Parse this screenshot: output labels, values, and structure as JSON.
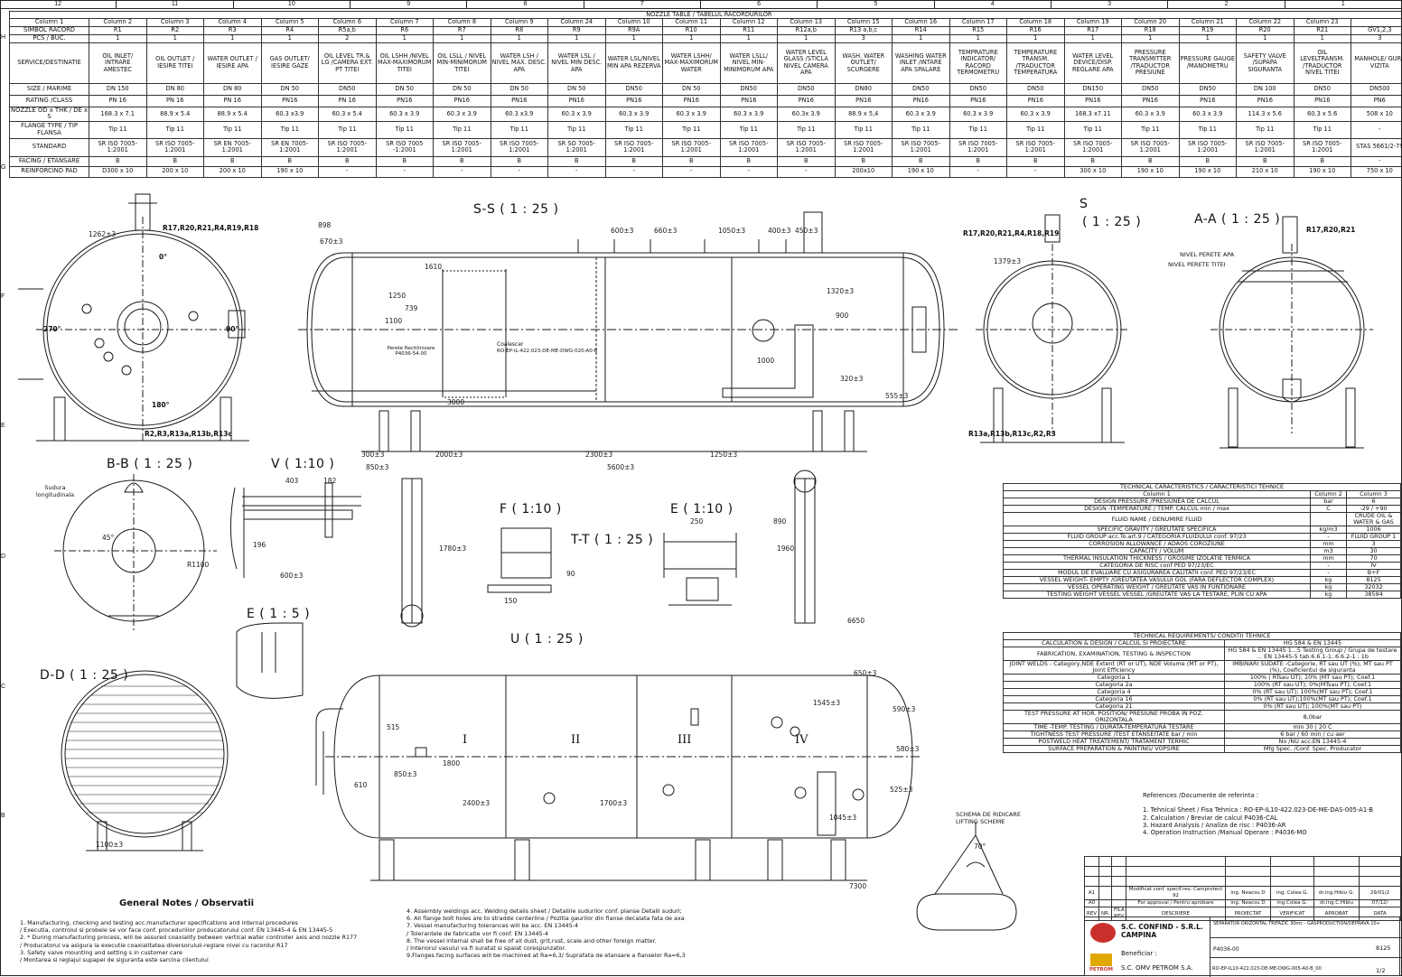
{
  "ruler_top": [
    "12",
    "11",
    "10",
    "9",
    "8",
    "7",
    "6",
    "5",
    "4",
    "3",
    "2",
    "1"
  ],
  "ruler_left": [
    "H",
    "G",
    "F",
    "E",
    "D",
    "C",
    "B"
  ],
  "nozzle_table": {
    "title": "NOZZLE TABLE / TABELUL RACORDURILOR",
    "columns": [
      "Column 1",
      "Column 2",
      "Column 3",
      "Column 4",
      "Column 5",
      "Column 6",
      "Column 7",
      "Column 8",
      "Column 9",
      "Column 24",
      "Column 10",
      "Column 11",
      "Column 12",
      "Column 13",
      "Column 15",
      "Column 16",
      "Column 17",
      "Column 18",
      "Column 19",
      "Column 20",
      "Column 21",
      "Column 22",
      "Column 23"
    ],
    "rows": [
      [
        "SIMBOL RACORD",
        "R1",
        "R2",
        "R3",
        "R4",
        "R5a,b",
        "R6",
        "R7",
        "R8",
        "R9",
        "R9A",
        "R10",
        "R11",
        "R12a,b",
        "R13 a,b,c",
        "R14",
        "R15",
        "R16",
        "R17",
        "R18",
        "R19",
        "R20",
        "R21",
        "GV1,2,3"
      ],
      [
        "PCS / BUC.",
        "1",
        "1",
        "1",
        "1",
        "2",
        "1",
        "1",
        "1",
        "1",
        "1",
        "1",
        "1",
        "1",
        "3",
        "1",
        "1",
        "1",
        "1",
        "1",
        "1",
        "1",
        "1",
        "3"
      ],
      [
        "SERVICE/DESTINATIE",
        "OIL INLET/ INTRARE AMESTEC",
        "OIL OUTLET / IESIRE TITEI",
        "WATER OUTLET / IESIRE APA",
        "GAS OUTLET/ IESIRE GAZE",
        "OIL LEVEL TR.& LG /CAMERA EXT. PT TITEI",
        "OIL LSHH /NIVEL MAX-MAXIMORUM TITEI",
        "OIL LSLL / NIVEL MIN-MINIMORUM TITEI",
        "WATER LSH / NIVEL MAX. DESC. APA",
        "WATER LSL / NIVEL MIN DESC. APA",
        "WATER LSL/NIVEL MIN APA REZERVA",
        "WATER LSHH/ MAX-MAXIMORUM WATER",
        "WATER LSLL/ NIVEL MIN-MINIMORUM APA",
        "WATER LEVEL GLASS /STICLA NIVEL CAMERA APA",
        "WASH. WATER OUTLET/ SCURGERE",
        "WASHING WATER INLET /INTARE APA SPALARE",
        "TEMPRATURE INDICATOR/ RACORD TERMOMETRU",
        "TEMPERATURE TRANSM. /TRADUCTOR TEMPERATURA",
        "WATER LEVEL DEVICE/DISP. REGLARE APA",
        "PRESSURE TRANSMITTER /TRADUCTOR PRESIUNE",
        "PRESSURE GAUGE /MANOMETRU",
        "SAFETY VALVE /SUPAPA SIGURANTA",
        "OIL LEVELTRANSM. /TRADUCTOR NIVEL TITEI",
        "MANHOLE/ GURA VIZITA"
      ],
      [
        "SIZE / MARIME",
        "DN 150",
        "DN 80",
        "DN 80",
        "DN 50",
        "DN50",
        "DN 50",
        "DN 50",
        "DN 50",
        "DN 50",
        "DN50",
        "DN 50",
        "DN50",
        "DN50",
        "DN80",
        "DN50",
        "DN50",
        "DN50",
        "DN150",
        "DN50",
        "DN50",
        "DN 100",
        "DN50",
        "DN500"
      ],
      [
        "RATING /CLASS",
        "PN 16",
        "PN 16",
        "PN 16",
        "PN16",
        "PN 16",
        "PN16",
        "PN16",
        "PN16",
        "PN16",
        "PN16",
        "PN16",
        "PN16",
        "PN16",
        "PN16",
        "PN16",
        "PN16",
        "PN16",
        "PN16",
        "PN16",
        "PN16",
        "PN16",
        "PN16",
        "PN6"
      ],
      [
        "NOZZLE OD x THK / DE x S",
        "168.3 x 7.1",
        "88.9 x 5.4",
        "88.9 x 5.4",
        "60.3 x3.9",
        "60.3 x 5.4",
        "60.3 x 3.9",
        "60.3 x 3.9",
        "60.3 x3.9",
        "60.3 x 3.9",
        "60.3 x 3.9",
        "60.3 x 3.9",
        "60.3 x 3.9",
        "60.3x 3.9",
        "88.9 x 5,4",
        "60.3 x 3.9",
        "60.3 x 3.9",
        "60.3 x 3.9",
        "168.3 x7.11",
        "60.3 x 3.9",
        "60.3 x 3.9",
        "114.3 x 5.6",
        "60.3 x 5.6",
        "508 x 10"
      ],
      [
        "FLANGE TYPE / TIP FLANSA",
        "Tip 11",
        "Tip 11",
        "Tip 11",
        "Tip 11",
        "Tip 11",
        "Tip 11",
        "Tip 11",
        "Tip 11",
        "Tip 11",
        "Tip 11",
        "Tip 11",
        "Tip 11",
        "Tip 11",
        "Tip 11",
        "Tip 11",
        "Tip 11",
        "Tip 11",
        "Tip 11",
        "Tip 11",
        "Tip 11",
        "Tip 11",
        "Tip 11",
        "-"
      ],
      [
        "STANDARD",
        "SR ISO 7005-1:2001",
        "SR ISO 7005-1:2001",
        "SR EN 7005-1:2001",
        "SR EN 7005-1:2001",
        "SR ISO 7005-1:2001",
        "SR ISO 7005 -1:2001",
        "SR ISO 7005-1:2001",
        "SR ISO 7005-1:2001",
        "SR SO 7005-1:2001",
        "SR ISO 7005-1:2001",
        "SR ISO 7005-1:2001",
        "SR ISO 7005-1:2001",
        "SR ISO 7005-1:2001",
        "SR ISO 7005-1:2001",
        "SR ISO 7005-1:2001",
        "SR ISO 7005-1:2001",
        "SR ISO 7005-1:2001",
        "SR ISO 7005-1:2001",
        "SR ISO 7005-1:2001",
        "SR ISO 7005-1:2001",
        "SR ISO 7005-1:2001",
        "SR ISO 7005-1:2001",
        "STAS 5661/2-79"
      ],
      [
        "FACING / ETANSARE",
        "B",
        "B",
        "B",
        "B",
        "B",
        "B",
        "B",
        "B",
        "B",
        "B",
        "B",
        "B",
        "B",
        "B",
        "B",
        "B",
        "B",
        "B",
        "B",
        "B",
        "B",
        "B",
        "-"
      ],
      [
        "REINFORCIND PAD",
        "D300 x 10",
        "200 x 10",
        "200 x 10",
        "190 x 10",
        "-",
        "-",
        "-",
        "-",
        "-",
        "-",
        "-",
        "-",
        "-",
        "200x10",
        "190 x 10",
        "-",
        "-",
        "300 x 10",
        "190 x 10",
        "190 x 10",
        "210 x 10",
        "190 x 10",
        "750 x 10"
      ]
    ]
  },
  "views": {
    "ss": "S-S ( 1 : 25 )",
    "s": "S",
    "s_scale": "( 1 : 25 )",
    "aa": "A-A ( 1 : 25 )",
    "bb": "B-B ( 1 : 25 )",
    "v": "V ( 1:10 )",
    "f": "F ( 1:10 )",
    "e_top": "E ( 1:10 )",
    "tt": "T-T ( 1 : 25 )",
    "e_small": "E ( 1 : 5 )",
    "u": "U ( 1 : 25 )",
    "dd": "D-D ( 1 : 25 )"
  },
  "drawing_labels": {
    "deg0": "0°",
    "deg90": "90°",
    "deg180": "180°",
    "deg270": "270°",
    "nozzle_top_left": "R17,R20,R21,R4,R19,R18",
    "nozzle_bottom_left": "R2,R3,R13a,R13b,R13c",
    "nozzle_top_s": "R17,R20,R21,R4,R18,R19",
    "nozzle_top_aa": "R17,R20,R21",
    "nozzle_bottom_s": "R13a,R13b,R13c,R2,R3",
    "nivel_apa": "NIVEL PERETE APA",
    "nivel_titei": "NIVEL PERETE TITEI",
    "coalescer": "Coalescer",
    "coalescer_ref": "RO-EP-IL-422.023-DE-ME-DWG-020-A0-B",
    "perete": "Perete Rectilinizare P4036-54.00",
    "sudura": "Sudura longitudinala",
    "lifting": "SCHEMA DE RIDICARE LIFTING SCHEME",
    "compartments": [
      "I",
      "II",
      "III",
      "IV"
    ],
    "dims": [
      "898",
      "670±3",
      "1610",
      "1250",
      "1100",
      "739",
      "3000",
      "2000±3",
      "2300±3",
      "1250±3",
      "5600±3",
      "850±3",
      "300±3",
      "600±3",
      "660±3",
      "1050±3",
      "400±3",
      "450±3",
      "1320±3",
      "900",
      "1000",
      "320±3",
      "555±3",
      "1262±3",
      "1379±3",
      "7300",
      "1780±3",
      "1960",
      "890",
      "6650",
      "650±3",
      "1545±3",
      "1045±3",
      "525±3",
      "580±3",
      "590±3",
      "2400±3",
      "1700±3",
      "1800",
      "515",
      "850±3",
      "610",
      "1100±3",
      "403",
      "182",
      "196",
      "600±3",
      "R1100",
      "250",
      "90",
      "150",
      "45°",
      "70°"
    ]
  },
  "tech_char": {
    "title": "TECHNICAL CARACTERISTICS / CARACTERISTICI TEHNICE",
    "head": [
      "Column 1",
      "Column 2",
      "Column 3"
    ],
    "rows": [
      [
        "DESIGN PRESSURE /PRESIUNEA DE CALCUL",
        "bar",
        "6"
      ],
      [
        "DESIGN -TEMPERATURE / TEMP. CALCUL min / max",
        "C",
        "-29 / +90"
      ],
      [
        "FLUID NAME / DENUMIRE FLUID",
        "",
        "CRUDE OIL & WATER & GAS"
      ],
      [
        "SPECIFIC GRAVITY / GREUTATE SPECIFICA",
        "kg/m3",
        "1006"
      ],
      [
        "FLUID GROUP acc.To.art.9 / CATEGORIA FLUIDULUI conf. 97/23",
        "-",
        "FLUID GROUP 1"
      ],
      [
        "CORROSION ALLOWANCE / ADAOS COROZIUNE",
        "mm",
        "3"
      ],
      [
        "CAPACITY / VOLUM",
        "m3",
        "30"
      ],
      [
        "THERMAL INSULATION THICKNESS / GROSIME IZOLATIE TERMICA",
        "mm",
        "70"
      ],
      [
        "CATEGORIA DE RISC conf PED 97/23/EC",
        "-",
        "IV"
      ],
      [
        "MODUL DE EVALUARE CU ASIGURAREA CALITATII conf. PED 97/23/EC",
        "-",
        "B+F"
      ],
      [
        "VESSEL WEIGHT- EMPTY /GREUTATEA VASULUI GOL (FARA DEFLECTOR COMPLEX)",
        "kg",
        "8125"
      ],
      [
        "VESSEL OPERATING WEIGHT / GREUTATE VAS IN FUNTIONARE",
        "kg",
        "32032"
      ],
      [
        "TESTING WEIGHT VESSEL VESSEL /GREUTATE VAS LA TESTARE, PLIN CU APA",
        "kg",
        "38594"
      ]
    ]
  },
  "tech_req": {
    "title": "TECHNICAL REQUIREMENTS/ CONDITII TEHNICE",
    "rows": [
      [
        "CALCULATION & DESIGN / CALCUL SI PROIECTARE",
        "HG 584 & EN 13445"
      ],
      [
        "FABRICATION, EXAMINATION, TESTING & INSPECTION",
        "HG 584 & EN 13445 1...5 Testing Group / Grupa de testare ... EN 13445-5 tab.6.6.1-1..6.6.2-1 : 1b"
      ],
      [
        "JOINT WELDS - Category,NDE Extent (RT or UT), NDE Volume (MT or PT), Joint Efficiency",
        "IMBINARI SUDATE -Categorie, RT sau UT (%), MT sau PT (%), Coeficientul de siguranta"
      ],
      [
        "Categoria 1",
        "100% ( RTsau UT); 10% (MT sau PT); Coef.1"
      ],
      [
        "Categoria 2a",
        "100% (RT sau UT); 0%(MTsau PT); Coef.1"
      ],
      [
        "Categoria 4",
        "0% (RT sau UT); 100%(MT sau PT); Coef.1"
      ],
      [
        "Categoria 16",
        "0% (RT sau UT);100%(MT sau PT); Coef.1"
      ],
      [
        "Categoria 21",
        "0% (RT sau UT); 100%(MT sau PT)"
      ],
      [
        "TEST PRESSURE AT HOR. POSITION/ PRESIUNE PROBA IN POZ. ORIZONTALA",
        "8,0bar"
      ],
      [
        "TIME -TEMP. TESTING / DURATA-TEMPERATURA TESTARE",
        "min 30 | 20 C"
      ],
      [
        "TIGHTNESS TEST PRESSURE /TEST ETANSEITATE bar / min",
        "6 bar / 60 min / cu aer"
      ],
      [
        "POSTWELD HEAT TREATEMENT/ TRATAMENT TERMIC",
        "No /NU acc.EN 13445-4"
      ],
      [
        "SURFACE PREPARATION & PAINTING/ VOPSIRE",
        "Mfg Spec. /Conf. Spec. Producator"
      ]
    ]
  },
  "references": {
    "title": "References /Documente de referinta :",
    "items": [
      "1. Tehnical Sheet / Fisa Tehnica : RO-EP-IL10-422.023-DE-ME-DAS-005-A1-B",
      "2. Calculation / Breviar de calcul P4036-CAL",
      "3. Hazard Analysis / Analiza de risc : P4036-AR",
      "4. Operation Instruction /Manual Operare : P4036-MO"
    ]
  },
  "general_notes": {
    "title": "General Notes / Observatii",
    "left": [
      "1. Manufacturing, checking and testing acc.manufacturer specifications and internal procedures",
      "/ Executia, controlul si probele se vor face conf. proceduriilor producatorului conf. EN 13445-4 & EN 13445-5",
      "2. * During manufacturing process, will be assured coaxiality between vertical water controller axis and nozzle R177",
      "/ Producatorul va asigura la executie coaxialitatea diversoruluii-reglare nivel cu racordul R17",
      "3. Safety valve mounting and setting s in customer care",
      "/ Montarea si reglajul supapei de siguranta este sarcina clientului"
    ],
    "right": [
      "4. Assembly weldings acc. Welding details sheet / Detaliile sudurilor conf. planse Detalii suduri;",
      "6. All flange bolt holes are to stradde centerline / Pozitia gaurilor din flanse decalata fata de axa",
      "7. Vessel manufacturing tolerances will be acc. EN 13445-4",
      "/ Tolerantele de fabricatie vor fi conf. EN 13445-4",
      "8. The vessel internal shall be free of all dust, grit,rust, scale and other foreign matter.",
      "/ Interiorul vasului va fi suratat si spalat corespunzator.",
      "9.Flanges facing surfaces will be machined at Ra=6,3/ Suprafata de etansare a flanselor Ra=6,3"
    ]
  },
  "title_block": {
    "rev_rows": [
      [
        "A1",
        "",
        "",
        "Modificat conf. specif.rev. Camprotect 92",
        "ing. Neacsu D",
        "ing. Colea G.",
        "dr.ing.Hibiu G.",
        "29/01/2"
      ],
      [
        "A0",
        "",
        "",
        "For approval / Pentru aprobare",
        "ing. Neacsu D",
        "ing.Colea G.",
        "dr.ing.C.Hibiu",
        "07/12/"
      ]
    ],
    "rev_head": [
      "REV",
      "NR.",
      "FILA REV.",
      "DESCRIERE",
      "PROIECTAT",
      "VERIFICAT",
      "APROBAT",
      "DATA"
    ],
    "company": "S.C. CONFIND - S.R.L. CAMPINA",
    "beneficiar_label": "Beneficiar :",
    "beneficiar": "S.C. OMV PETROM S.A.",
    "project": "SEPARATOR ORIZONTAL TRIFAZIC 30mc - GASPRODUCTION/DEPRAVA 10+",
    "code": "P4036-00",
    "docref": "RO-EP-IL10-422.023-DE-ME-DWG-005-A0-B_00",
    "weight": "8125",
    "sheet": "1/2",
    "petrom": "PETROM"
  },
  "colors": {
    "line": "#1a1a1a",
    "paper": "#ffffff",
    "vessel_fill": "#f4f4f4"
  }
}
